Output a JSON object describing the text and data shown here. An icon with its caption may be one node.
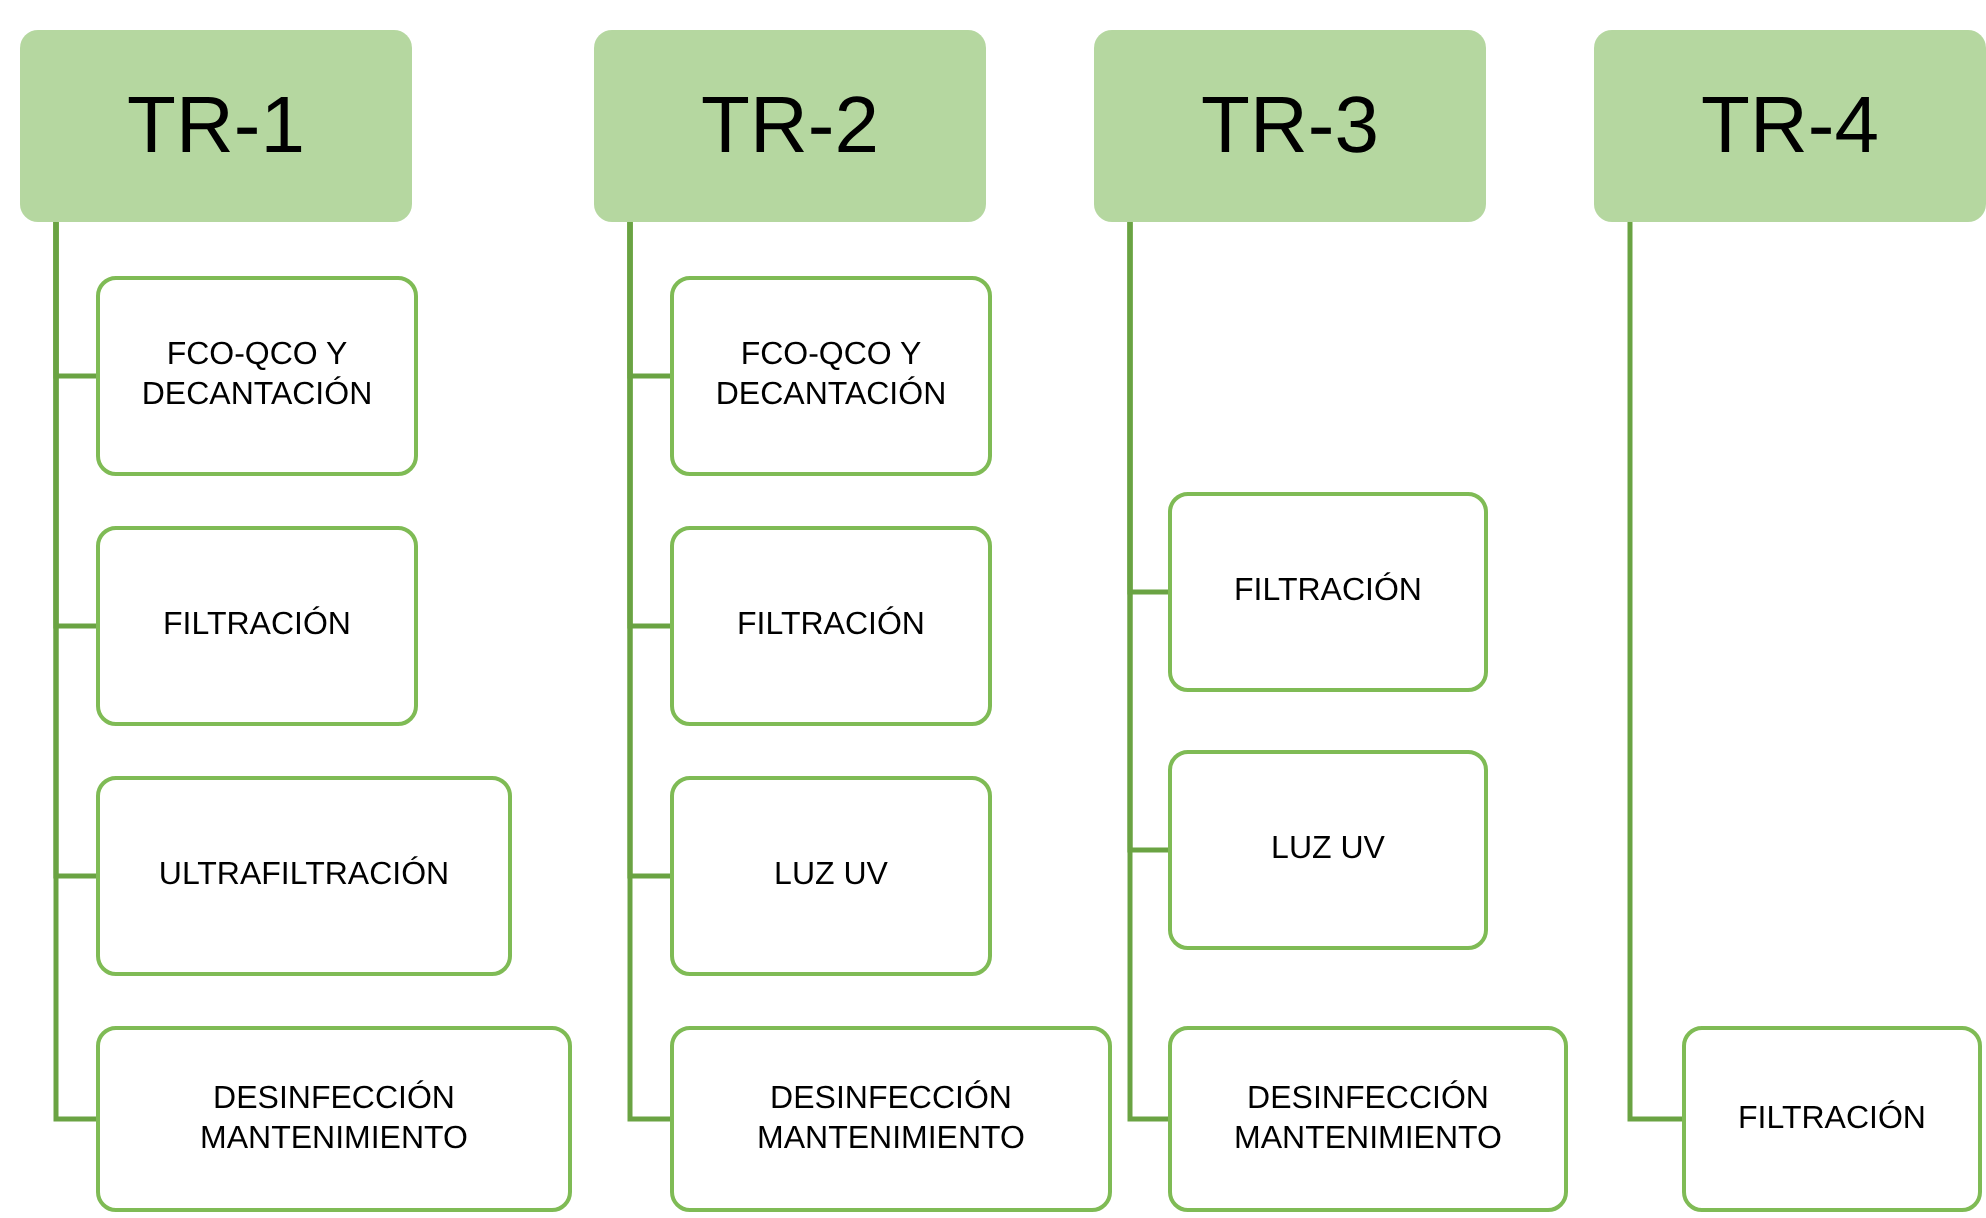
{
  "diagram": {
    "nodes": [
      {
        "text": [
          "TR-1"
        ]
      },
      {
        "text": [
          "FCO-QCO Y DECANTACIÓN"
        ]
      },
      {
        "text": [
          "FILTRACIÓN"
        ]
      },
      {
        "text": [
          "ULTRAFILTRACIÓN"
        ]
      },
      {
        "text": [
          "DESINFECCIÓN MANTENIMIENTO"
        ]
      },
      {
        "text": [
          "TR-2"
        ]
      },
      {
        "text": [
          "FCO-QCO Y DECANTACIÓN"
        ]
      },
      {
        "text": [
          "FILTRACIÓN"
        ]
      },
      {
        "text": [
          "LUZ UV"
        ]
      },
      {
        "text": [
          "DESINFECCIÓN MANTENIMIENTO"
        ]
      },
      {
        "text": [
          "TR-3"
        ]
      },
      {
        "text": [
          "FILTRACIÓN"
        ]
      },
      {
        "text": [
          "LUZ UV"
        ]
      },
      {
        "text": [
          "DESINFECCIÓN MANTENIMIENTO"
        ]
      },
      {
        "text": [
          "TR-4"
        ]
      },
      {
        "text": [
          "FILTRACIÓN"
        ]
      }
    ],
    "edges": [
      {
        "from": 0,
        "to": 1,
        "arrow": "none"
      },
      {
        "from": 0,
        "to": 2,
        "arrow": "none"
      },
      {
        "from": 0,
        "to": 3,
        "arrow": "none"
      },
      {
        "from": 0,
        "to": 4,
        "arrow": "none"
      },
      {
        "from": 5,
        "to": 6,
        "arrow": "none"
      },
      {
        "from": 5,
        "to": 7,
        "arrow": "none"
      },
      {
        "from": 5,
        "to": 8,
        "arrow": "none"
      },
      {
        "from": 5,
        "to": 9,
        "arrow": "none"
      },
      {
        "from": 10,
        "to": 11,
        "arrow": "none"
      },
      {
        "from": 10,
        "to": 12,
        "arrow": "none"
      },
      {
        "from": 10,
        "to": 13,
        "arrow": "none"
      },
      {
        "from": 14,
        "to": 15,
        "arrow": "none"
      }
    ]
  }
}
